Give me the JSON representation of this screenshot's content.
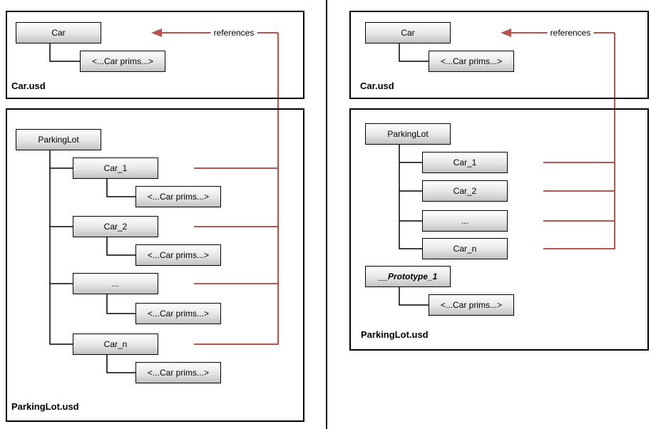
{
  "colors": {
    "reference_line": "#b85450",
    "node_border": "#000000",
    "box_border": "#000000",
    "node_fill_top": "#ffffff",
    "node_fill_bottom": "#c2c2c2"
  },
  "left_panel": {
    "car_file": {
      "file_label": "Car.usd",
      "root_node": "Car",
      "prims_node": "<...Car prims...>",
      "references_label": "references"
    },
    "parkinglot_file": {
      "file_label": "ParkingLot.usd",
      "root_node": "ParkingLot",
      "children": [
        {
          "label": "Car_1",
          "prims": "<...Car prims...>"
        },
        {
          "label": "Car_2",
          "prims": "<...Car prims...>"
        },
        {
          "label": "...",
          "prims": "<...Car prims...>"
        },
        {
          "label": "Car_n",
          "prims": "<...Car prims...>"
        }
      ]
    }
  },
  "right_panel": {
    "car_file": {
      "file_label": "Car.usd",
      "root_node": "Car",
      "prims_node": "<...Car prims...>",
      "references_label": "references"
    },
    "parkinglot_file": {
      "file_label": "ParkingLot.usd",
      "root_node": "ParkingLot",
      "children": [
        {
          "label": "Car_1"
        },
        {
          "label": "Car_2"
        },
        {
          "label": "..."
        },
        {
          "label": "Car_n"
        }
      ],
      "prototype": {
        "label": "__Prototype_1",
        "prims": "<...Car prims...>"
      }
    }
  }
}
